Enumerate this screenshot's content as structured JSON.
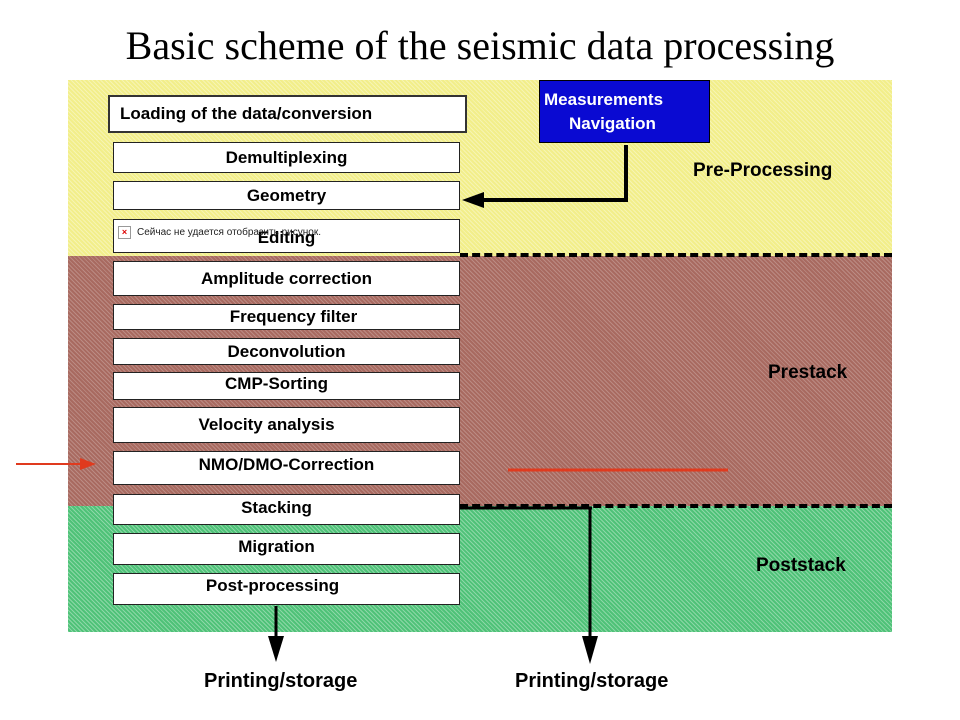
{
  "title": "Basic scheme of the seismic data processing",
  "zones": {
    "pre_processing": "Pre-Processing",
    "prestack": "Prestack",
    "poststack": "Poststack"
  },
  "source_box": {
    "line1": "Measurements",
    "line2": "Navigation",
    "color": "#0a0ad2"
  },
  "steps": {
    "loading": "Loading of the data/conversion",
    "demultiplexing": "Demultiplexing",
    "geometry": "Geometry",
    "editing": "Editing",
    "amplitude_correction": "Amplitude correction",
    "frequency_filter": "Frequency filter",
    "deconvolution": "Deconvolution",
    "cmp_sorting": "CMP-Sorting",
    "velocity_analysis": "Velocity analysis",
    "nmo_dmo_correction": "NMO/DMO-Correction",
    "stacking": "Stacking",
    "migration": "Migration",
    "post_processing": "Post-processing"
  },
  "image_placeholder_text": "Сейчас не удается отобразить рисунок.",
  "outputs": {
    "left": "Printing/storage",
    "right": "Printing/storage"
  },
  "colors": {
    "pre_processing_band": "#f2ee8a",
    "prestack_band": "#a86a60",
    "poststack_band": "#4fc278",
    "indicator_arrow": "#e03a1e"
  }
}
